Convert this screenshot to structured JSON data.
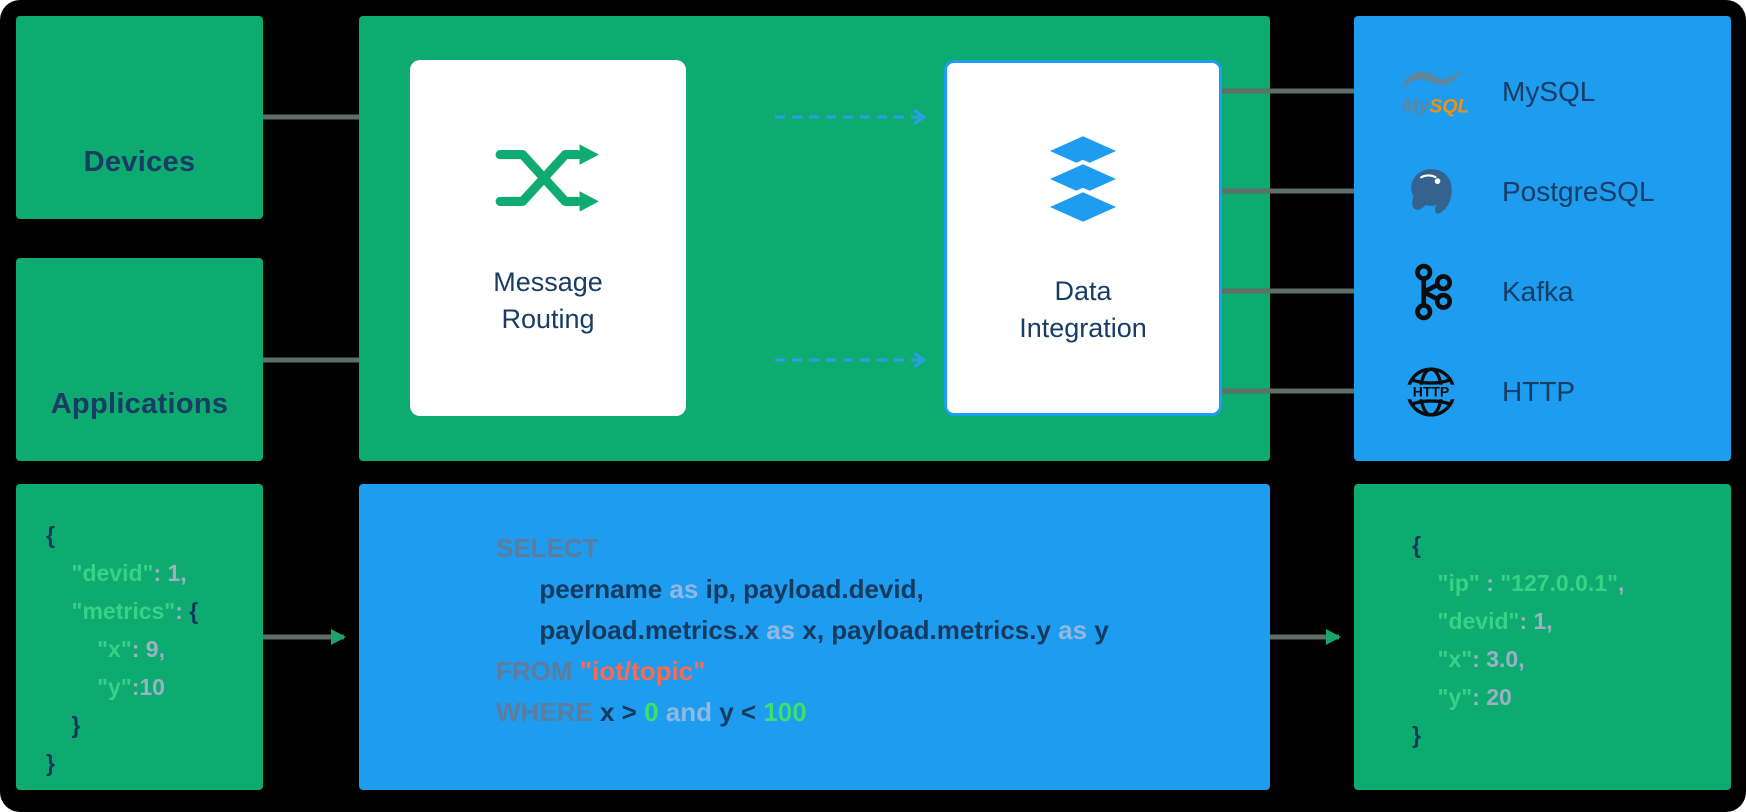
{
  "colors": {
    "background": "#000000",
    "green_box": "#0dab70",
    "blue_box": "#1e9cf0",
    "card": "#ffffff",
    "label_navy": "#183c64",
    "connector_gray": "#5d6f66",
    "dashed_arrow_blue": "#28a0e8",
    "flow_arrowhead_green": "#1ba36d",
    "routing_icon_green": "#0fab73"
  },
  "sources": {
    "devices_label": "Devices",
    "applications_label": "Applications"
  },
  "pipeline": {
    "message_routing_label": "Message Routing",
    "data_integration_label": "Data Integration"
  },
  "sinks": [
    {
      "name": "MySQL",
      "logo_text_parts": [
        "My",
        "SQL"
      ]
    },
    {
      "name": "PostgreSQL"
    },
    {
      "name": "Kafka"
    },
    {
      "name": "HTTP",
      "logo_text": "HTTP"
    }
  ],
  "code_colors": {
    "kw": "#5f7d9b",
    "id": "#16395e",
    "as": "#8fb9e0",
    "str": "#ff6a4d",
    "num": "#3ce06a",
    "b": "#12365c",
    "k": "#35d287",
    "v": "#9db0c6"
  },
  "input_json": {
    "lines": [
      [
        [
          "b",
          "{"
        ]
      ],
      [
        [
          "k",
          "    \"devid\""
        ],
        [
          "v",
          ": 1,"
        ]
      ],
      [
        [
          "k",
          "    \"metrics\""
        ],
        [
          "v",
          ": "
        ],
        [
          "b",
          "{"
        ]
      ],
      [
        [
          "k",
          "        \"x\""
        ],
        [
          "v",
          ": 9,"
        ]
      ],
      [
        [
          "k",
          "        \"y\""
        ],
        [
          "v",
          ":10"
        ]
      ],
      [
        [
          "b",
          "    }"
        ]
      ],
      [
        [
          "b",
          "}"
        ]
      ]
    ]
  },
  "sql": {
    "lines": [
      [
        [
          "kw",
          "SELECT"
        ]
      ],
      [
        [
          "id",
          "      peername"
        ],
        [
          "as",
          " as "
        ],
        [
          "id",
          "ip, payload.devid,"
        ]
      ],
      [
        [
          "id",
          "      payload.metrics.x"
        ],
        [
          "as",
          " as "
        ],
        [
          "id",
          "x, payload.metrics.y"
        ],
        [
          "as",
          " as "
        ],
        [
          "id",
          "y"
        ]
      ],
      [
        [
          "kw",
          "FROM "
        ],
        [
          "str",
          "\"iot/topic\""
        ]
      ],
      [
        [
          "kw",
          "WHERE "
        ],
        [
          "id",
          "x > "
        ],
        [
          "num",
          "0 "
        ],
        [
          "as",
          "and "
        ],
        [
          "id",
          "y < "
        ],
        [
          "num",
          "100"
        ]
      ]
    ]
  },
  "output_json": {
    "lines": [
      [
        [
          "b",
          "{"
        ]
      ],
      [
        [
          "k",
          "    \"ip\""
        ],
        [
          "v",
          " : "
        ],
        [
          "k",
          "\"127.0.0.1\""
        ],
        [
          "v",
          ","
        ]
      ],
      [
        [
          "k",
          "    \"devid\""
        ],
        [
          "v",
          ": 1,"
        ]
      ],
      [
        [
          "k",
          "    \"x\""
        ],
        [
          "v",
          ": 3.0,"
        ]
      ],
      [
        [
          "k",
          "    \"y\""
        ],
        [
          "v",
          ": 20"
        ]
      ],
      [
        [
          "b",
          "}"
        ]
      ]
    ]
  }
}
